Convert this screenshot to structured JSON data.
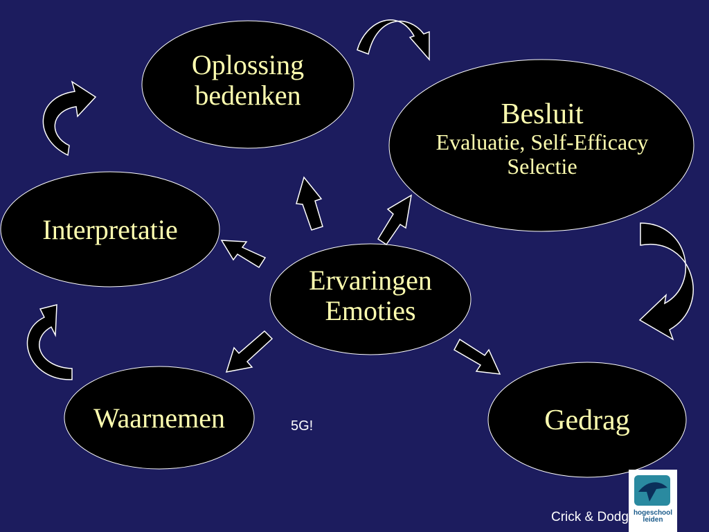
{
  "nodes": {
    "oplossing": {
      "line1": "Oplossing",
      "line2": "bedenken"
    },
    "besluit": {
      "title": "Besluit",
      "line2": "Evaluatie, Self-Efficacy",
      "line3": "Selectie"
    },
    "interpretatie": {
      "label": "Interpretatie"
    },
    "ervaringen": {
      "line1": "Ervaringen",
      "line2": "Emoties"
    },
    "waarnemen": {
      "label": "Waarnemen"
    },
    "gedrag": {
      "label": "Gedrag"
    }
  },
  "note": "5G!",
  "footer": {
    "citation": "Crick & Dodge 1994"
  },
  "logo": {
    "text": "hogeschool leiden",
    "icon": "bird-logo-icon"
  },
  "colors": {
    "background": "#1c1c5e",
    "ellipse": "#000000",
    "text": "#ffffb0",
    "arrow": "#000000"
  }
}
